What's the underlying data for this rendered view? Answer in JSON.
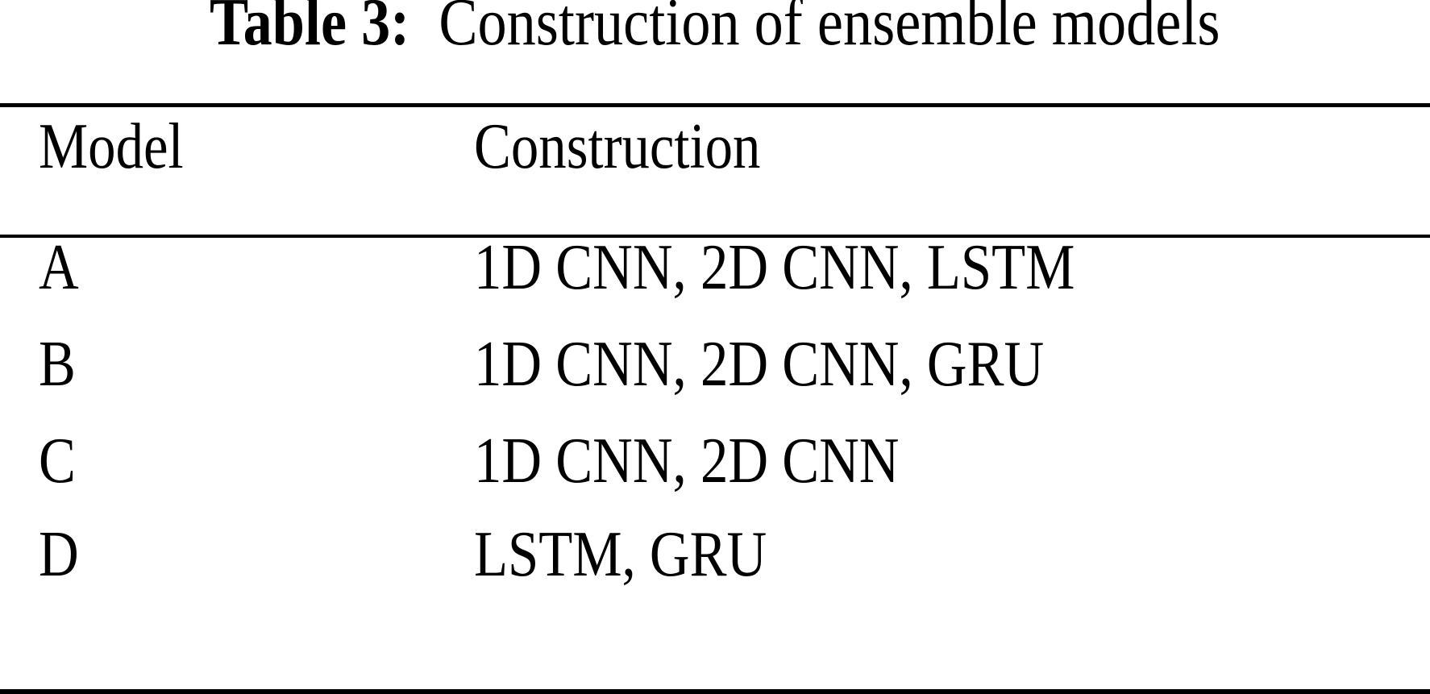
{
  "caption": {
    "label": "Table 3:",
    "text": "Construction of ensemble models"
  },
  "table": {
    "headers": [
      "Model",
      "Construction"
    ],
    "rows": [
      [
        "A",
        "1D CNN, 2D CNN, LSTM"
      ],
      [
        "B",
        "1D CNN, 2D CNN, GRU"
      ],
      [
        "C",
        "1D CNN, 2D CNN"
      ],
      [
        "D",
        "LSTM, GRU"
      ]
    ]
  }
}
